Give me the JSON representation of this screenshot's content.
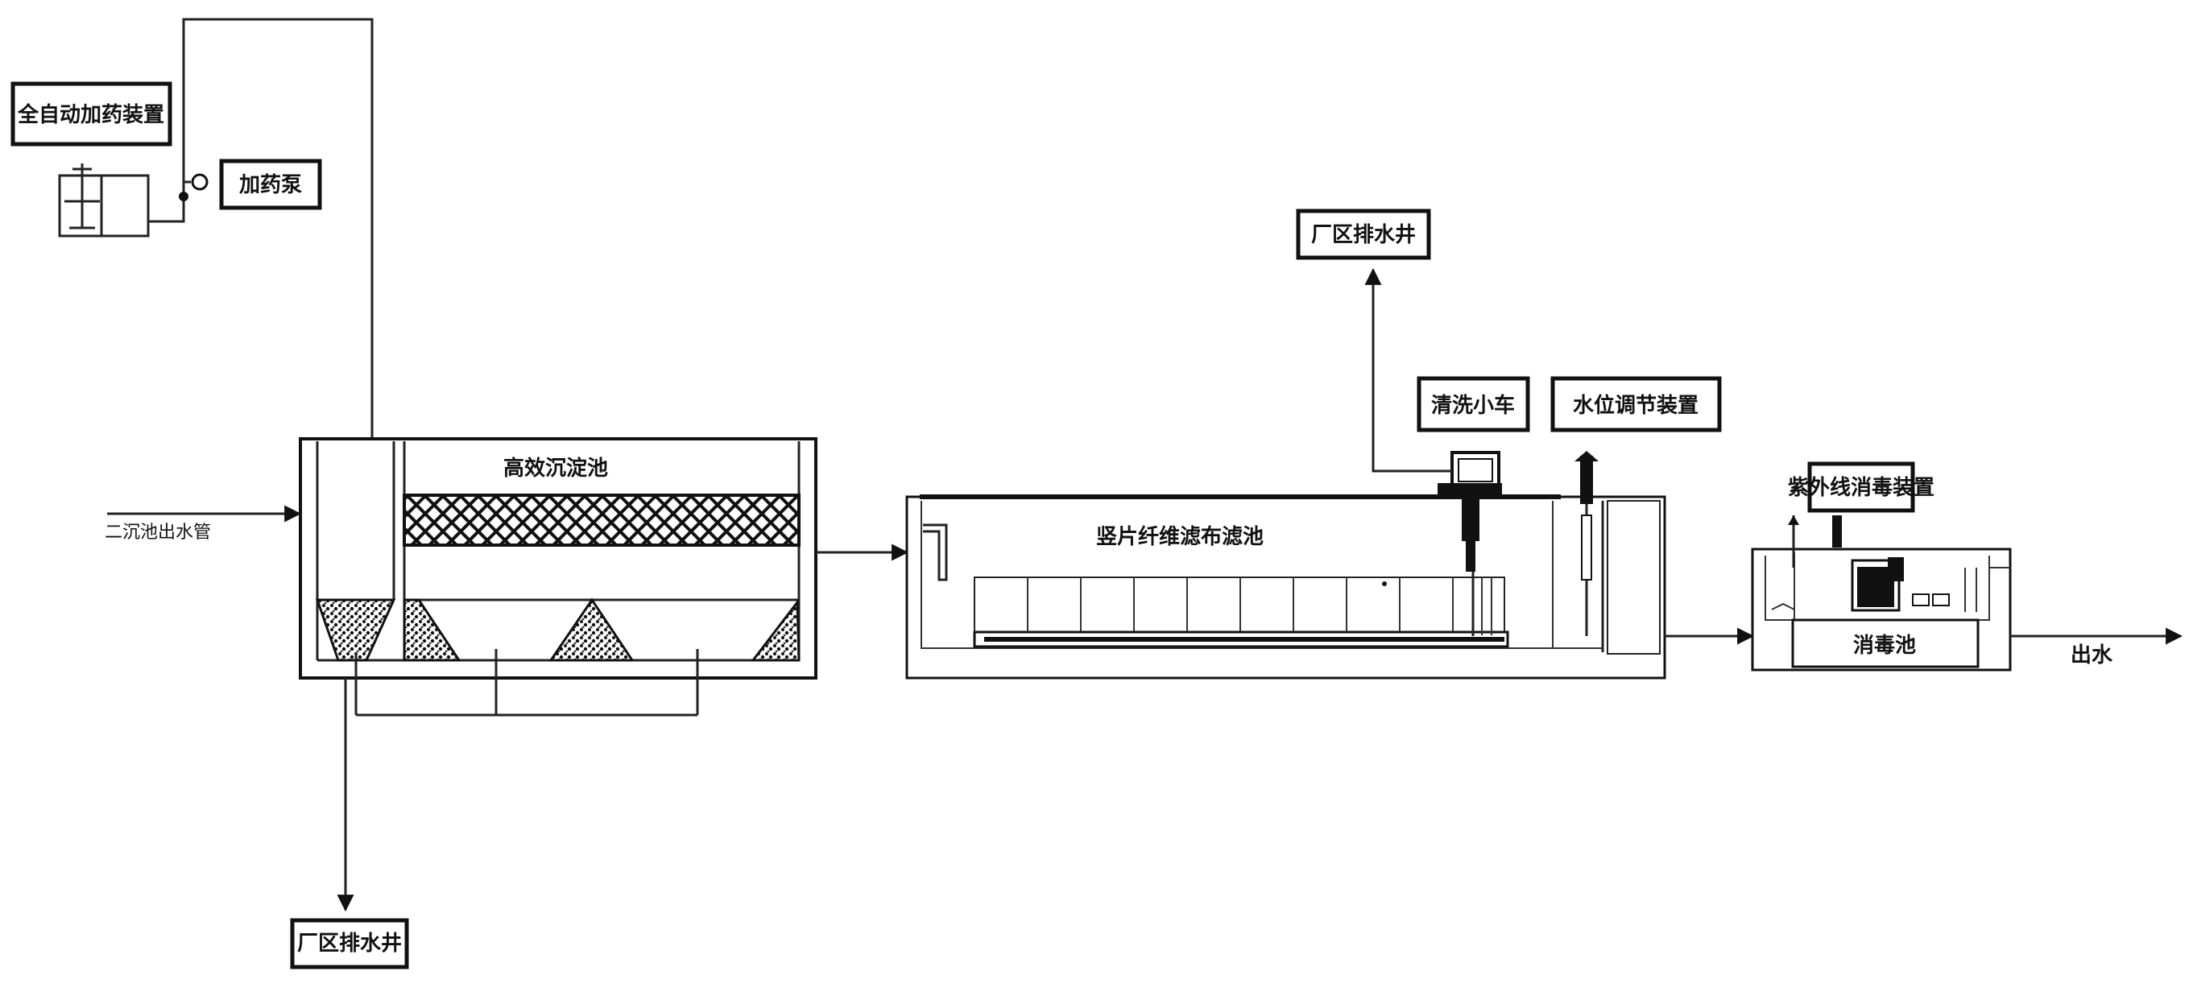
{
  "labels": {
    "auto_dosing_device": "全自动加药装置",
    "dosing_pump": "加药泵",
    "drain_well_top": "厂区排水井",
    "drain_well_bottom": "厂区排水井",
    "high_density_sedimentation_tank": "高效沉淀池",
    "secondary_clarifier_effluent": "二沉池出水管",
    "filter_tank": "竖片纤维滤布滤池",
    "cleaning_cart": "清洗小车",
    "level_control_device": "水位调节装置",
    "uv_disinfection_device": "紫外线消毒装置",
    "disinfection_tank": "消毒池",
    "effluent": "出水"
  },
  "colors": {
    "line": "#111111",
    "background": "#ffffff"
  },
  "icons": [
    "pump-icon",
    "dosing-tank-icon",
    "mixer-icon",
    "cleaning-cart-icon",
    "level-valve-icon",
    "uv-lamp-icon"
  ]
}
